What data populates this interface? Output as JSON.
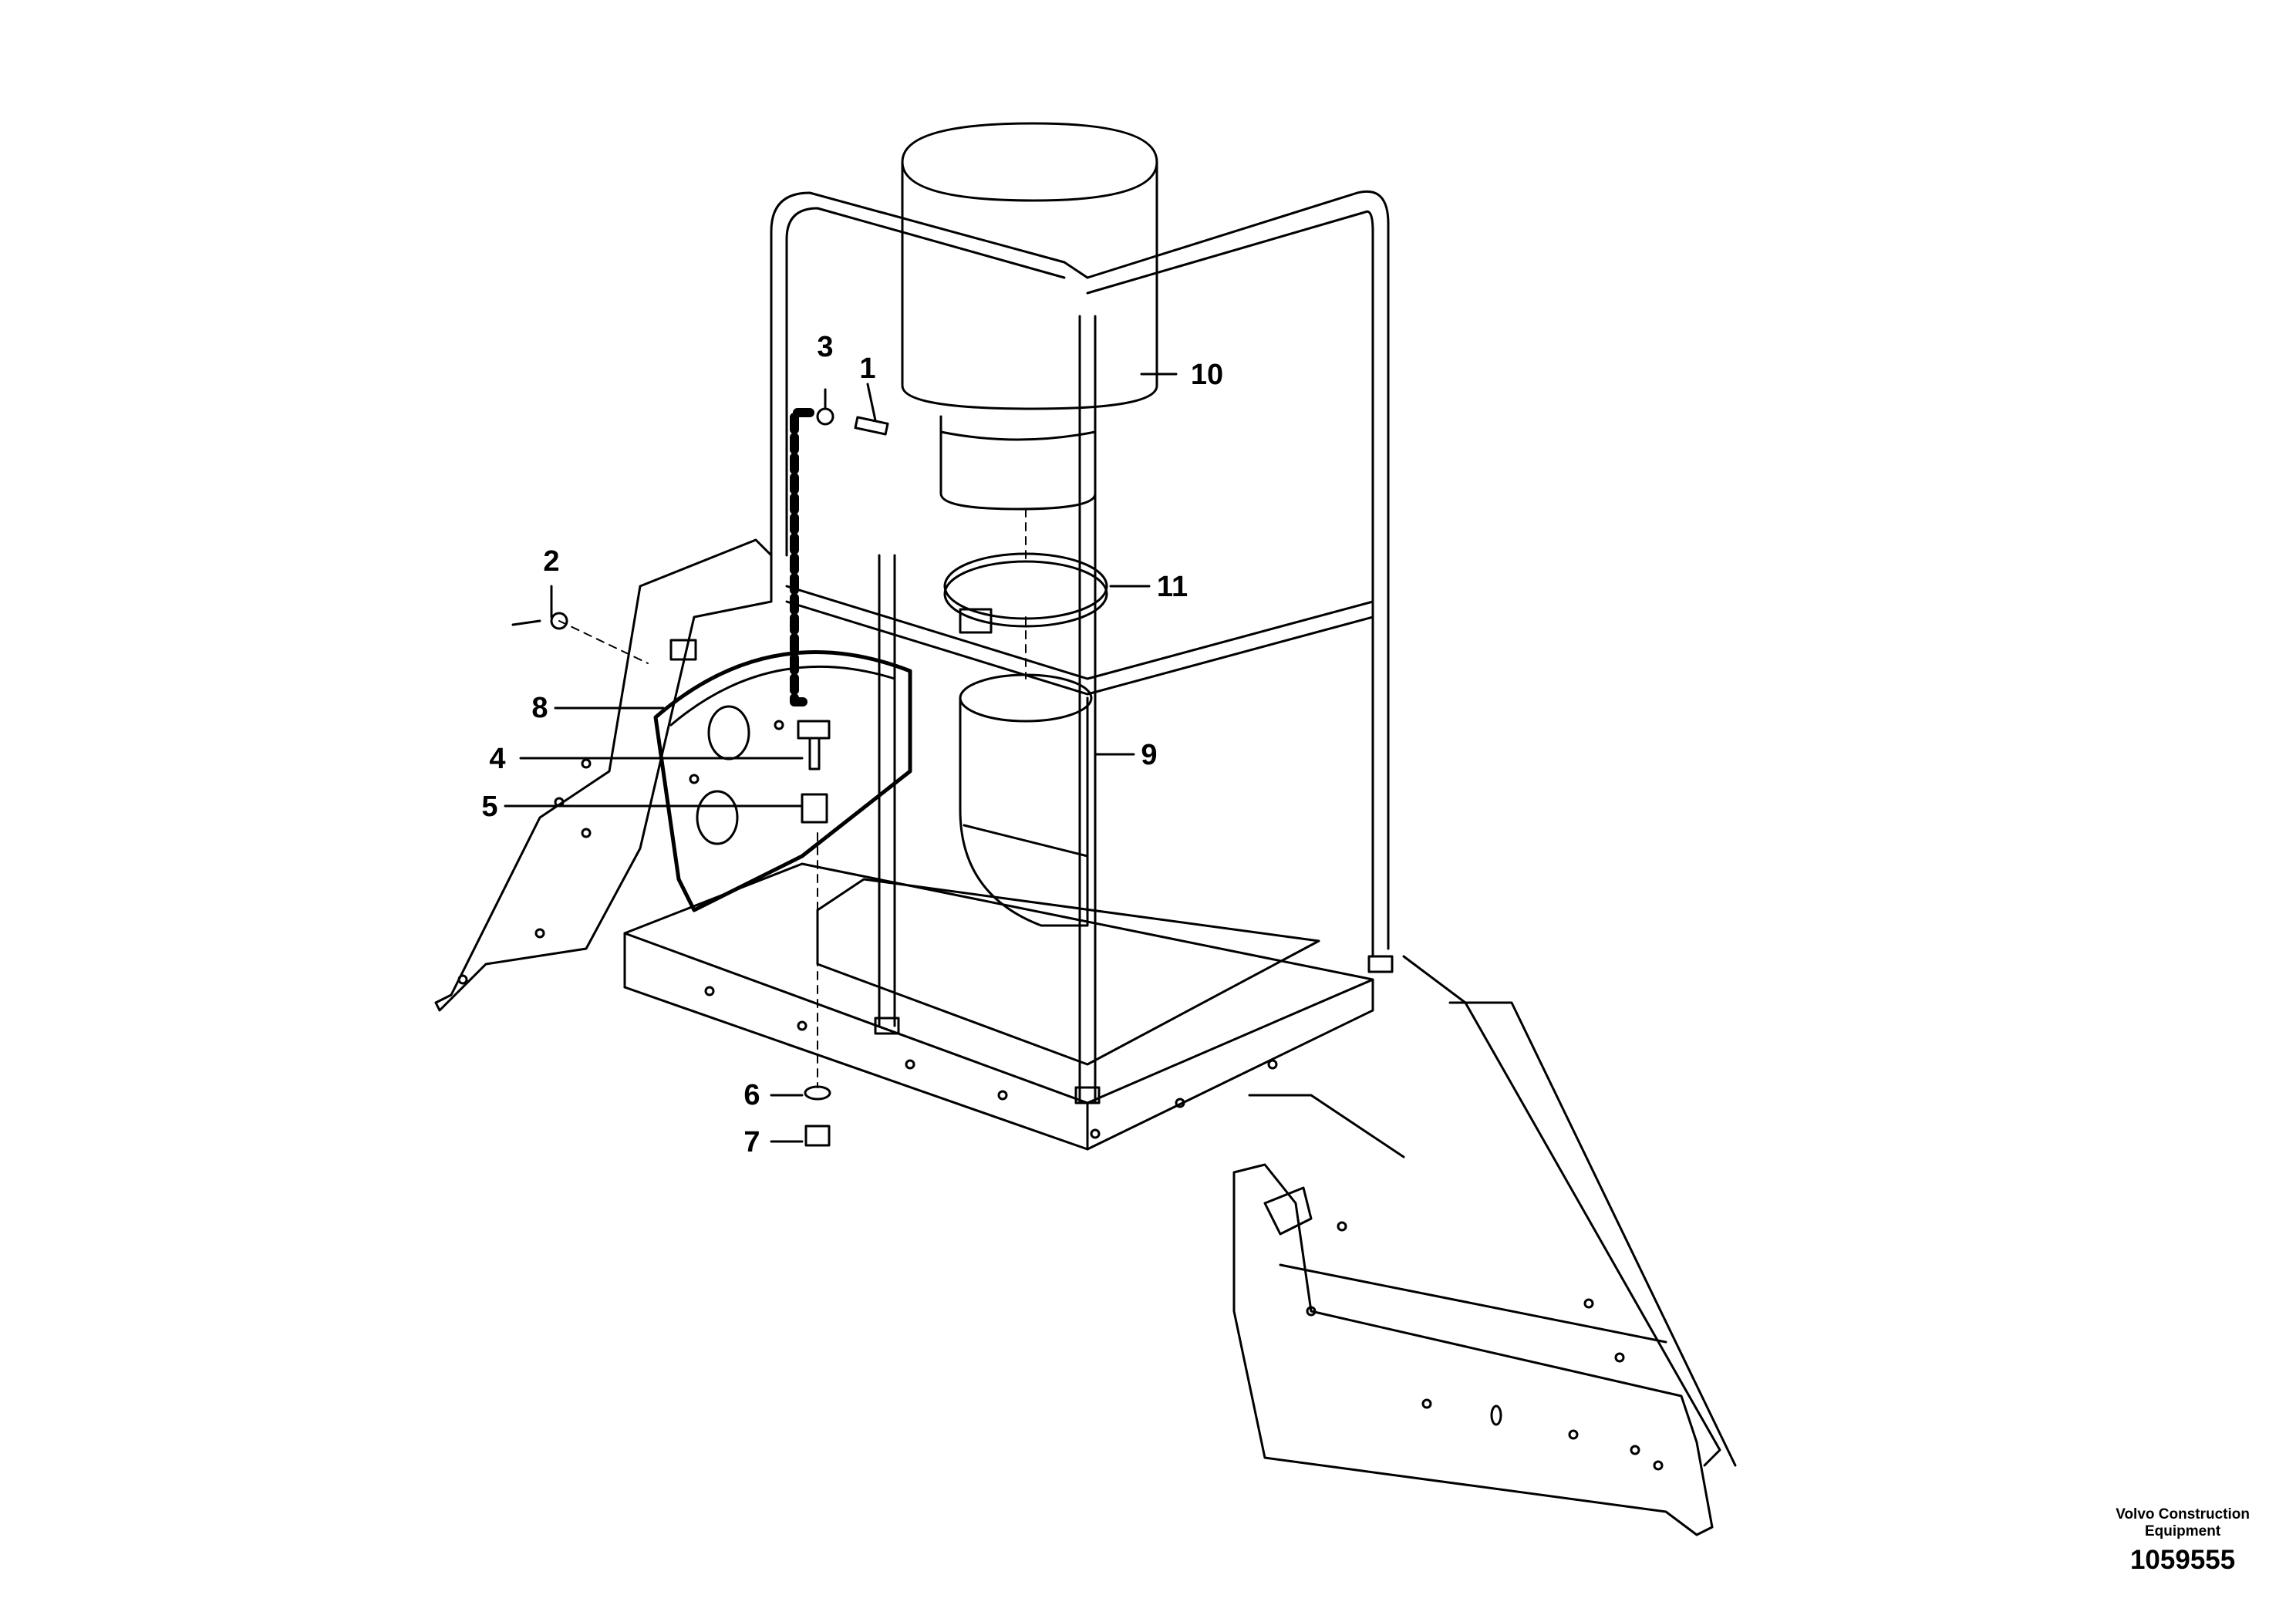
{
  "callouts": [
    {
      "id": "1",
      "label": "1"
    },
    {
      "id": "2",
      "label": "2"
    },
    {
      "id": "3",
      "label": "3"
    },
    {
      "id": "4",
      "label": "4"
    },
    {
      "id": "5",
      "label": "5"
    },
    {
      "id": "6",
      "label": "6"
    },
    {
      "id": "7",
      "label": "7"
    },
    {
      "id": "8",
      "label": "8"
    },
    {
      "id": "9",
      "label": "9"
    },
    {
      "id": "10",
      "label": "10"
    },
    {
      "id": "11",
      "label": "11"
    }
  ],
  "footer": {
    "maker_line1": "Volvo Construction",
    "maker_line2": "Equipment",
    "drawing_number": "1059555"
  }
}
